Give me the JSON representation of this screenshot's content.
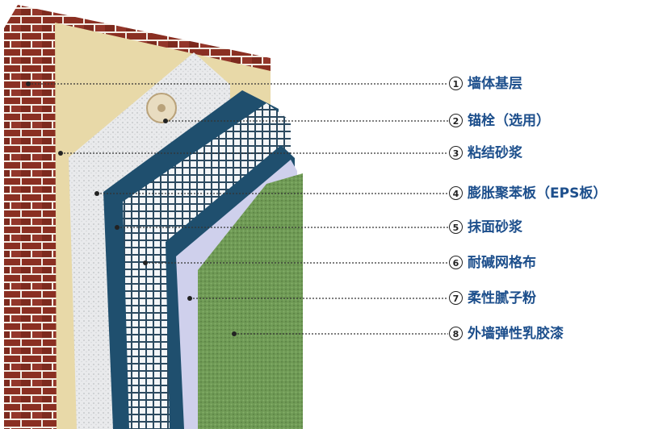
{
  "title": "外墙保温系统构造",
  "layers": [
    {
      "num": "1",
      "label": "墙体基层"
    },
    {
      "num": "2",
      "label": "锚栓（选用）"
    },
    {
      "num": "3",
      "label": "粘结砂浆"
    },
    {
      "num": "4",
      "label": "膨胀聚苯板（EPS板）"
    },
    {
      "num": "5",
      "label": "抹面砂浆"
    },
    {
      "num": "6",
      "label": "耐碱网格布"
    },
    {
      "num": "7",
      "label": "柔性腻子粉"
    },
    {
      "num": "8",
      "label": "外墙弹性乳胶漆"
    }
  ],
  "colors": {
    "label": "#1d4f8c",
    "brick": "#8a2f22",
    "render": "#e8d9a8",
    "mortar": "#1f4f6e",
    "putty": "#cfd0ec",
    "paint": "#6f9a55"
  }
}
